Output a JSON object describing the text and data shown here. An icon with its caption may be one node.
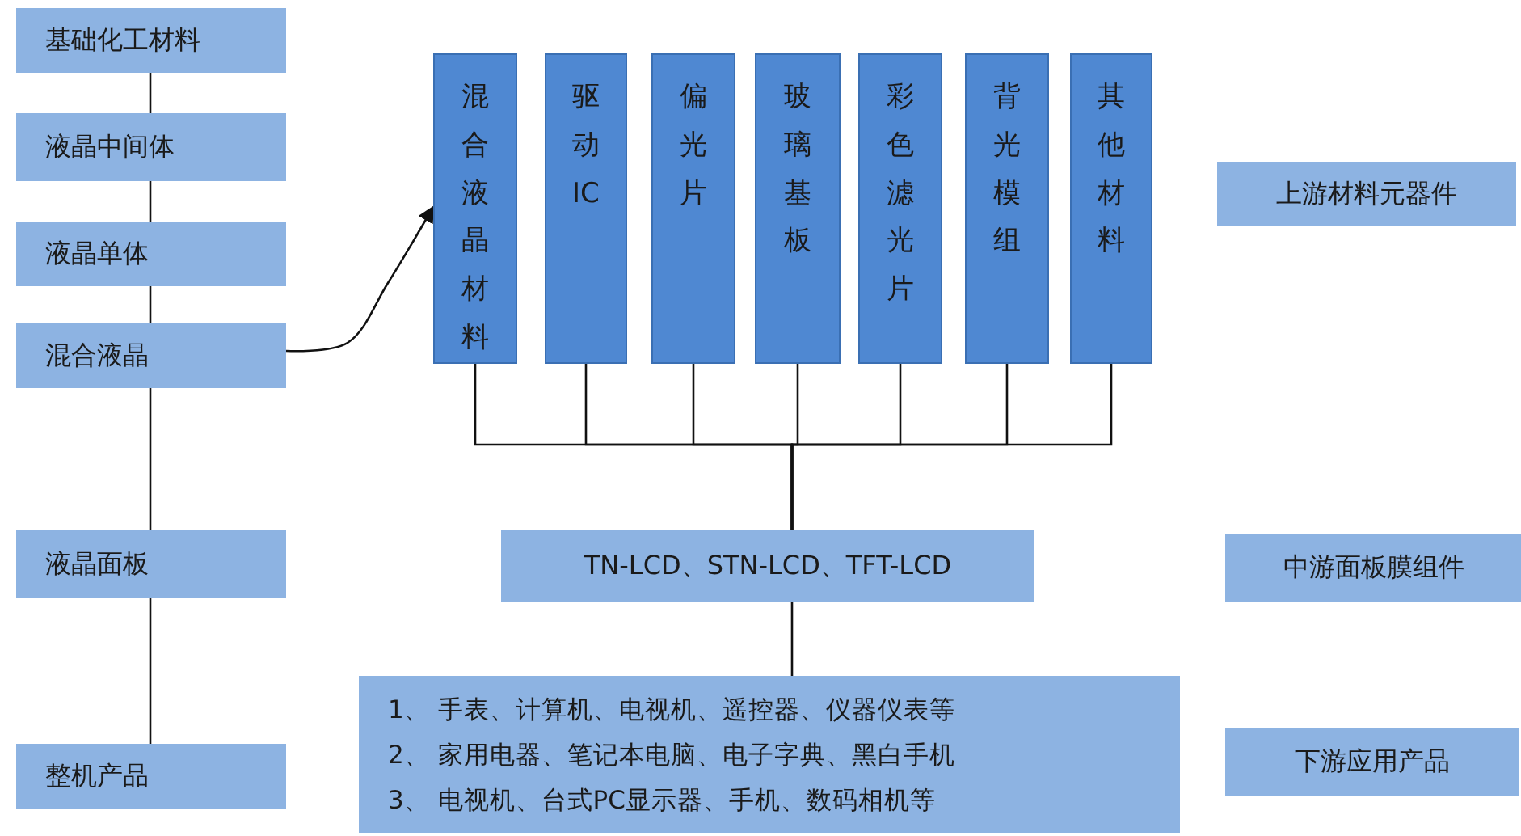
{
  "diagram": {
    "nodes": [
      {
        "text": [
          "基础化工材料"
        ]
      },
      {
        "text": [
          "液晶中间体"
        ]
      },
      {
        "text": [
          "液晶单体"
        ]
      },
      {
        "text": [
          "混合液晶"
        ]
      },
      {
        "text": [
          "混合液晶材料"
        ]
      },
      {
        "text": [
          "驱动IC"
        ]
      },
      {
        "text": [
          "偏光片"
        ]
      },
      {
        "text": [
          "玻璃基板"
        ]
      },
      {
        "text": [
          "彩色滤光片"
        ]
      },
      {
        "text": [
          "背光模组"
        ]
      },
      {
        "text": [
          "其他材料"
        ]
      },
      {
        "text": [
          "上游材料元器件"
        ]
      },
      {
        "text": [
          "液晶面板"
        ]
      },
      {
        "text": [
          "TN-LCD、STN-LCD、TFT-LCD"
        ]
      },
      {
        "text": [
          "中游面板膜组件"
        ]
      },
      {
        "text": [
          "整机产品"
        ]
      },
      {
        "text": [
          "1、 手表、计算机、电视机、遥控器、仪器仪表等",
          "2、 家用电器、笔记本电脑、电子字典、黑白手机",
          "3、 电视机、台式PC显示器、手机、数码相机等"
        ]
      },
      {
        "text": [
          "下游应用产品"
        ]
      }
    ],
    "edges": [
      {
        "from": 0,
        "to": 1,
        "arrow": "none"
      },
      {
        "from": 1,
        "to": 2,
        "arrow": "none"
      },
      {
        "from": 2,
        "to": 3,
        "arrow": "none"
      },
      {
        "from": 3,
        "to": 12,
        "arrow": "none"
      },
      {
        "from": 12,
        "to": 15,
        "arrow": "none"
      },
      {
        "from": 3,
        "to": 4,
        "arrow": "to"
      },
      {
        "from": 4,
        "to": 13,
        "arrow": "none"
      },
      {
        "from": 5,
        "to": 13,
        "arrow": "none"
      },
      {
        "from": 6,
        "to": 13,
        "arrow": "none"
      },
      {
        "from": 7,
        "to": 13,
        "arrow": "none"
      },
      {
        "from": 8,
        "to": 13,
        "arrow": "none"
      },
      {
        "from": 9,
        "to": 13,
        "arrow": "none"
      },
      {
        "from": 10,
        "to": 13,
        "arrow": "none"
      },
      {
        "from": 13,
        "to": 16,
        "arrow": "none"
      }
    ]
  }
}
